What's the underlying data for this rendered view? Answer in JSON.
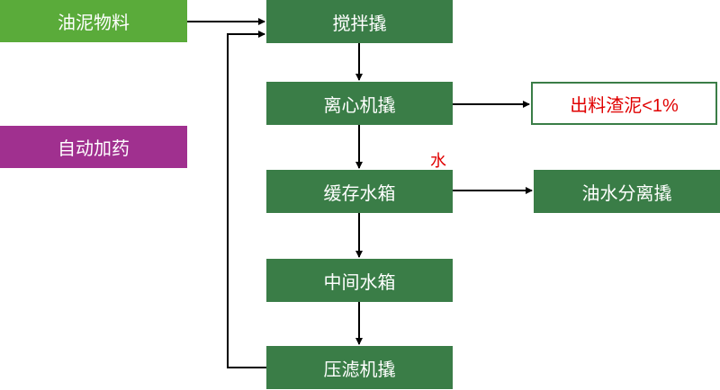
{
  "nodes": {
    "oil_sludge": "油泥物料",
    "auto_dosing": "自动加药",
    "mixer": "搅拌撬",
    "centrifuge": "离心机撬",
    "output": "出料渣泥<1%",
    "buffer_tank": "缓存水箱",
    "separator": "油水分离撬",
    "middle_tank": "中间水箱",
    "filter_press": "压滤机撬"
  },
  "labels": {
    "water": "水"
  },
  "colors": {
    "process_green": "#3a7d47",
    "input_green": "#5aab3a",
    "dosing_purple": "#a0308f",
    "output_red": "#e00000"
  }
}
